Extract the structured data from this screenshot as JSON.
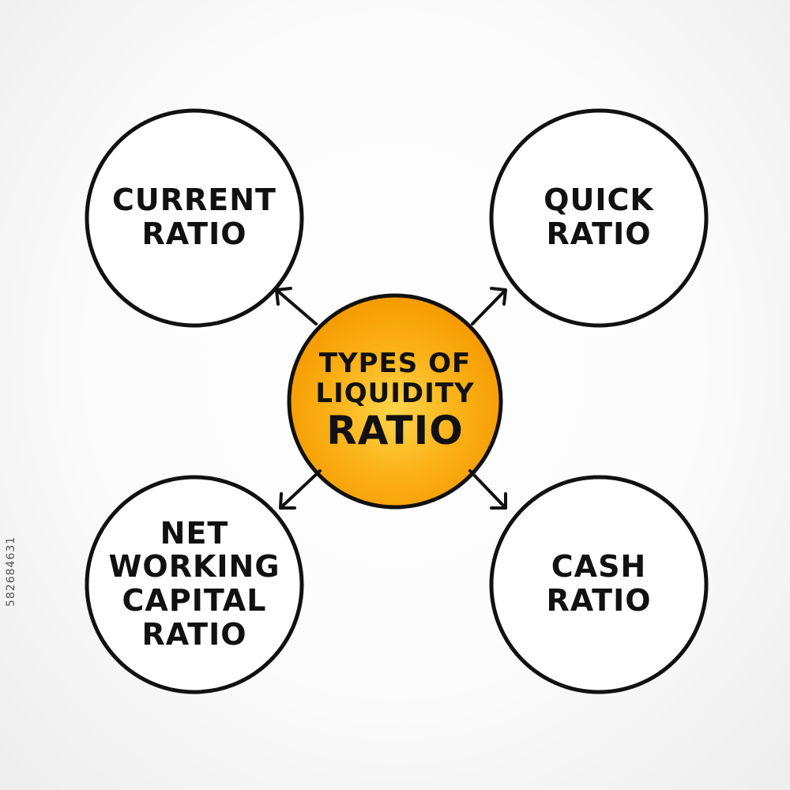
{
  "center": {
    "lines": [
      "TYPES OF",
      "LIQUIDITY",
      "RATIO"
    ],
    "fill_color": "#f59a00",
    "highlight_color": "#ffd54a"
  },
  "nodes": [
    {
      "id": "current",
      "lines": [
        "CURRENT",
        "RATIO"
      ]
    },
    {
      "id": "quick",
      "lines": [
        "QUICK",
        "RATIO"
      ]
    },
    {
      "id": "net",
      "lines": [
        "NET",
        "WORKING",
        "CAPITAL",
        "RATIO"
      ]
    },
    {
      "id": "cash",
      "lines": [
        "CASH",
        "RATIO"
      ]
    }
  ],
  "stroke_color": "#111111",
  "side_id": "582684631"
}
